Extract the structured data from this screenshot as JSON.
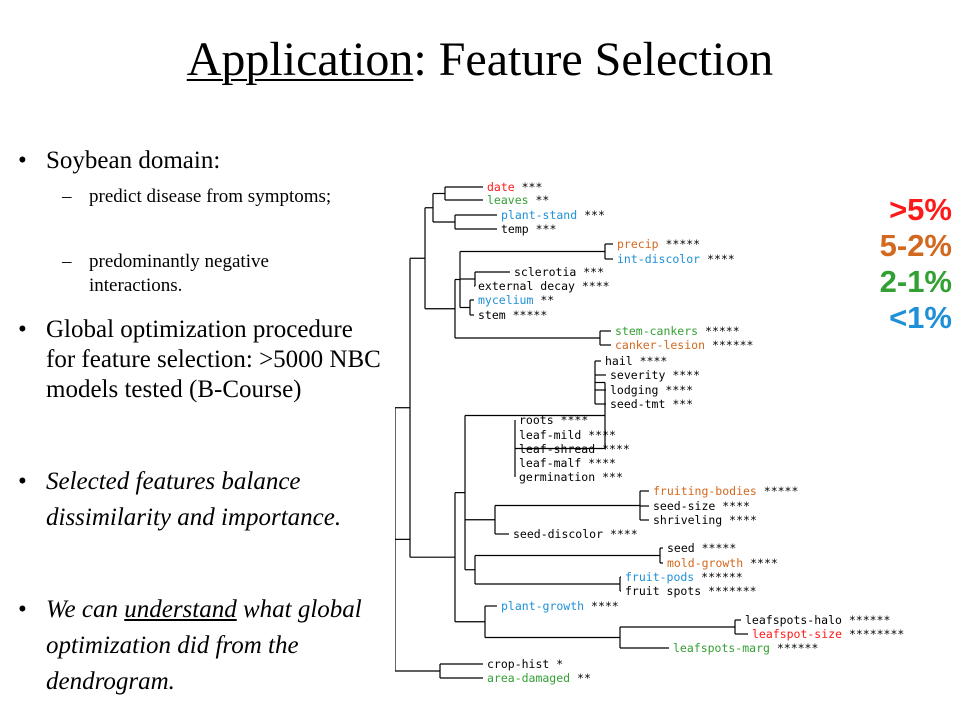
{
  "slide": {
    "title_part1": "Application",
    "title_part2": ": Feature Selection"
  },
  "bullets": {
    "b1": "Soybean domain:",
    "b1_sub1": "predict disease from symptoms;",
    "b1_sub2": "predominantly negative interactions.",
    "b2": "Global optimization procedure for feature selection: >5000 NBC models tested (B-Course)",
    "b3": "Selected features balance dissimilarity and importance.",
    "b4_pre": "We can ",
    "b4_underlined": "understand",
    "b4_post": " what global optimization did from the dendrogram.",
    "bullet_char": "•",
    "dash_char": "–"
  },
  "legend": [
    {
      "label": ">5%",
      "color": "#ff1a1a"
    },
    {
      "label": "5-2%",
      "color": "#d2691e"
    },
    {
      "label": "2-1%",
      "color": "#33a033"
    },
    {
      "label": "<1%",
      "color": "#1e90d8"
    }
  ],
  "dendrogram": {
    "leaves": [
      {
        "name": "date",
        "stars": "***",
        "color": "#ff1a1a"
      },
      {
        "name": "leaves",
        "stars": "**",
        "color": "#33a033"
      },
      {
        "name": "plant-stand",
        "stars": "***",
        "color": "#1e90d8"
      },
      {
        "name": "temp",
        "stars": "***",
        "color": "#000000"
      },
      {
        "name": "precip",
        "stars": "*****",
        "color": "#d2691e"
      },
      {
        "name": "int-discolor",
        "stars": "****",
        "color": "#1e90d8"
      },
      {
        "name": "sclerotia",
        "stars": "***",
        "color": "#000000"
      },
      {
        "name": "external decay",
        "stars": "****",
        "color": "#000000"
      },
      {
        "name": "mycelium",
        "stars": "**",
        "color": "#1e90d8"
      },
      {
        "name": "stem",
        "stars": "*****",
        "color": "#000000"
      },
      {
        "name": "stem-cankers",
        "stars": "*****",
        "color": "#33a033"
      },
      {
        "name": "canker-lesion",
        "stars": "******",
        "color": "#d2691e"
      },
      {
        "name": "hail",
        "stars": "****",
        "color": "#000000"
      },
      {
        "name": "severity",
        "stars": "****",
        "color": "#000000"
      },
      {
        "name": "lodging",
        "stars": "****",
        "color": "#000000"
      },
      {
        "name": "seed-tmt",
        "stars": "***",
        "color": "#000000"
      },
      {
        "name": "roots",
        "stars": "****",
        "color": "#000000"
      },
      {
        "name": "leaf-mild",
        "stars": "****",
        "color": "#000000"
      },
      {
        "name": "leaf-shread",
        "stars": "****",
        "color": "#000000"
      },
      {
        "name": "leaf-malf",
        "stars": "****",
        "color": "#000000"
      },
      {
        "name": "germination",
        "stars": "***",
        "color": "#000000"
      },
      {
        "name": "fruiting-bodies",
        "stars": "*****",
        "color": "#d2691e"
      },
      {
        "name": "seed-size",
        "stars": "****",
        "color": "#000000"
      },
      {
        "name": "shriveling",
        "stars": "****",
        "color": "#000000"
      },
      {
        "name": "seed-discolor",
        "stars": "****",
        "color": "#000000"
      },
      {
        "name": "seed",
        "stars": "*****",
        "color": "#000000"
      },
      {
        "name": "mold-growth",
        "stars": "****",
        "color": "#d2691e"
      },
      {
        "name": "fruit-pods",
        "stars": "******",
        "color": "#1e90d8"
      },
      {
        "name": "fruit spots",
        "stars": "*******",
        "color": "#000000"
      },
      {
        "name": "plant-growth",
        "stars": "****",
        "color": "#1e90d8"
      },
      {
        "name": "leafspots-halo",
        "stars": "******",
        "color": "#000000"
      },
      {
        "name": "leafspot-size",
        "stars": "********",
        "color": "#ff1a1a"
      },
      {
        "name": "leafspots-marg",
        "stars": "******",
        "color": "#33a033"
      },
      {
        "name": "crop-hist",
        "stars": "*",
        "color": "#000000"
      },
      {
        "name": "area-damaged",
        "stars": "**",
        "color": "#33a033"
      }
    ]
  }
}
